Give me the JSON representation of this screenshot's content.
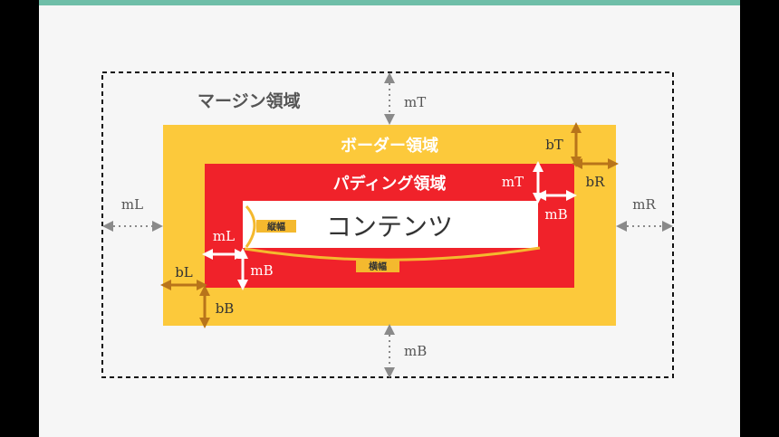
{
  "colors": {
    "accent_bar": "#6fbea8",
    "margin_text": "#555555",
    "border_area": "#fcc93b",
    "padding_area": "#f0222a",
    "content_area": "#ffffff",
    "border_arrow": "#b8741a",
    "gray_arrow": "#8a8a8a",
    "tag": "#f4b92e"
  },
  "labels": {
    "margin_region": "マージン領域",
    "border_region": "ボーダー領域",
    "padding_region": "パディング領域",
    "content": "コンテンツ",
    "height_tag": "縦幅",
    "width_tag": "横幅",
    "outer_margin_top": "mT",
    "outer_margin_bottom": "mB",
    "outer_margin_left": "mL",
    "outer_margin_right": "mR",
    "border_top": "bT",
    "border_right": "bR",
    "border_left": "bL",
    "border_bottom": "bB",
    "padding_top": "mT",
    "padding_right_bottom": "mB",
    "padding_left": "mL",
    "padding_bottom": "mB"
  }
}
